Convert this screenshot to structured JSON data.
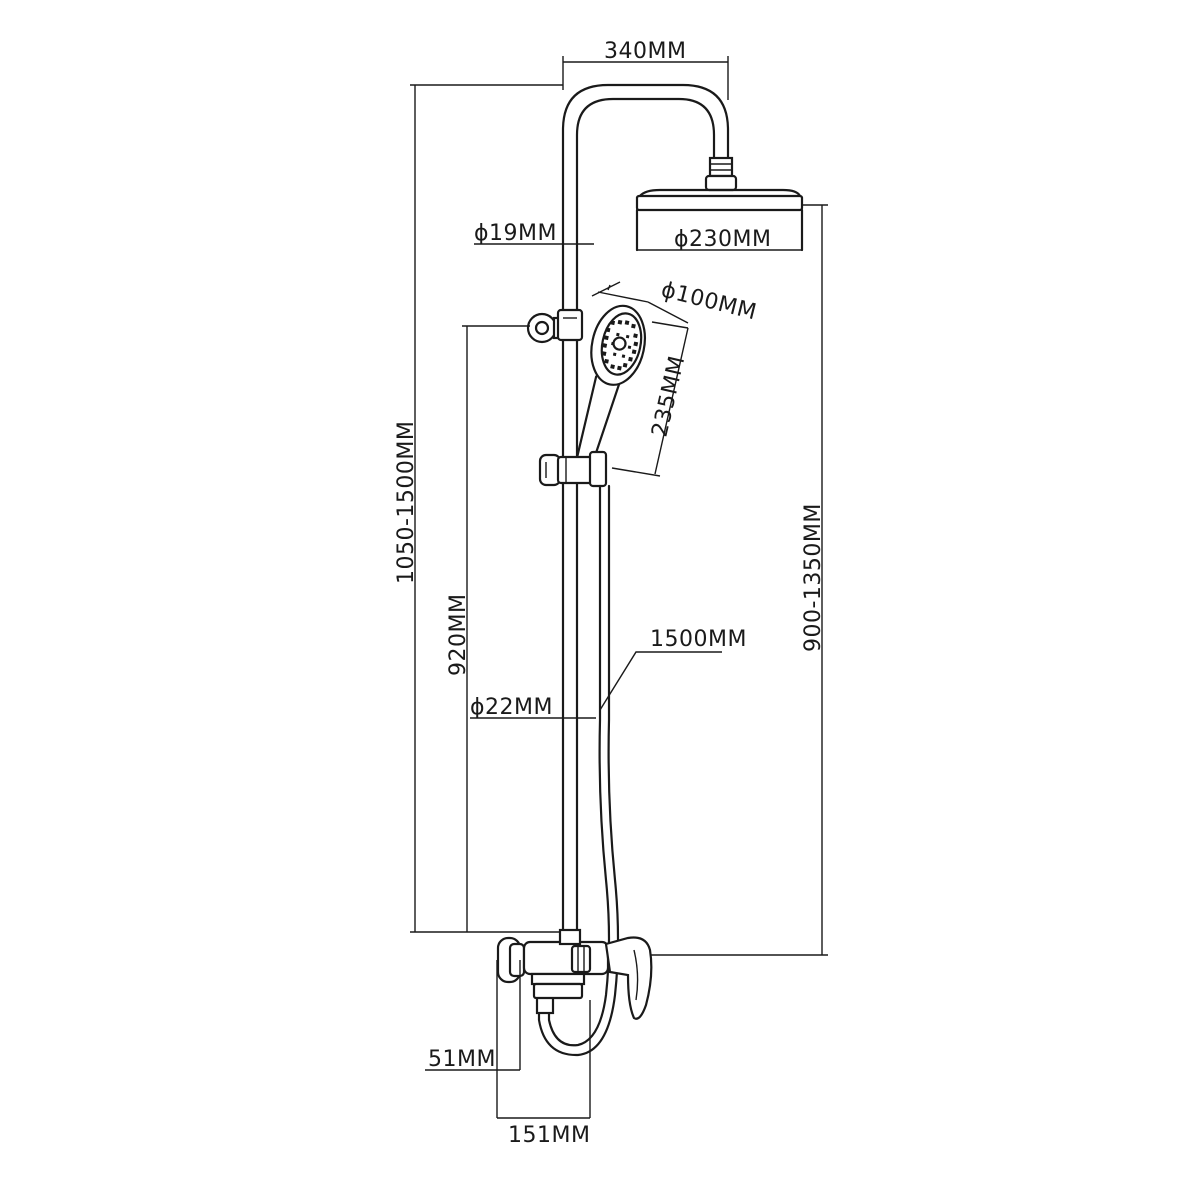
{
  "dimensions": {
    "top_width": "340MM",
    "pipe_diameter_top": "ϕ19MM",
    "shower_head_diameter": "ϕ230MM",
    "hand_shower_diameter": "ϕ100MM",
    "hand_shower_length": "235MM",
    "overall_height": "1050-1500MM",
    "head_height": "900-1350MM",
    "bracket_height": "920MM",
    "hose_length": "1500MM",
    "pipe_diameter_bottom": "ϕ22MM",
    "wall_offset": "51MM",
    "mixer_depth": "151MM"
  }
}
